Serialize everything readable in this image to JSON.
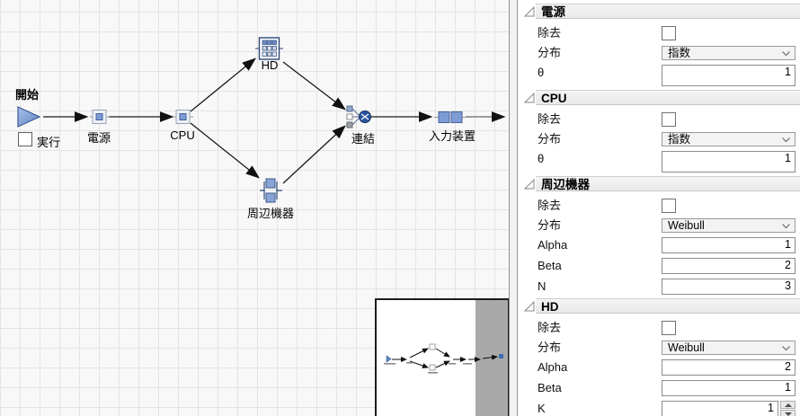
{
  "canvas": {
    "start_label": "開始",
    "run_checkbox_label": "実行",
    "nodes": [
      {
        "label": "電源"
      },
      {
        "label": "CPU"
      },
      {
        "label": "HD"
      },
      {
        "label": "周辺機器"
      },
      {
        "label": "連結"
      },
      {
        "label": "入力装置"
      }
    ]
  },
  "panel": {
    "sections": [
      {
        "title": "電源",
        "remove_label": "除去",
        "distribution_label": "分布",
        "distribution_value": "指数",
        "params": [
          {
            "label": "θ",
            "value": "1"
          }
        ]
      },
      {
        "title": "CPU",
        "remove_label": "除去",
        "distribution_label": "分布",
        "distribution_value": "指数",
        "params": [
          {
            "label": "θ",
            "value": "1"
          }
        ]
      },
      {
        "title": "周辺機器",
        "remove_label": "除去",
        "distribution_label": "分布",
        "distribution_value": "Weibull",
        "params": [
          {
            "label": "Alpha",
            "value": "1"
          },
          {
            "label": "Beta",
            "value": "2"
          },
          {
            "label": "N",
            "value": "3"
          }
        ]
      },
      {
        "title": "HD",
        "remove_label": "除去",
        "distribution_label": "分布",
        "distribution_value": "Weibull",
        "params": [
          {
            "label": "Alpha",
            "value": "2"
          },
          {
            "label": "Beta",
            "value": "1"
          },
          {
            "label": "K",
            "value": "1"
          }
        ]
      }
    ]
  },
  "colors": {
    "node_blue": "#7e9cd4",
    "node_border": "#46619c",
    "junction_blue": "#2a55a0",
    "canvas_bg": "#f8f8f8",
    "grid_line": "#e4e4e4",
    "header_bg": "#ededed",
    "minimap_shade": "#a9a9a9",
    "arrow": "#1a1a1a"
  }
}
